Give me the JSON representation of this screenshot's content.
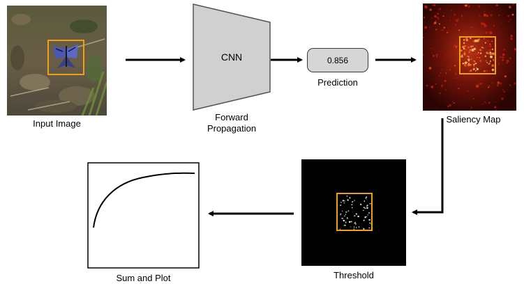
{
  "nodes": {
    "input_image": {
      "label": "Input Image"
    },
    "cnn": {
      "name": "CNN",
      "caption_line1": "Forward",
      "caption_line2": "Propagation"
    },
    "prediction": {
      "value": "0.856",
      "label": "Prediction"
    },
    "saliency_map": {
      "label": "Saliency Map"
    },
    "threshold": {
      "label": "Threshold"
    },
    "sum_and_plot": {
      "label": "Sum and Plot"
    }
  },
  "colors": {
    "highlight_box": "#f0a012",
    "cnn_fill": "#d0d0d0",
    "prediction_fill": "#d6d6d6",
    "arrow": "#000000",
    "saliency_glow": "#d02a10"
  },
  "icons": {
    "input": "butterfly-photo",
    "saliency": "saliency-heatmap",
    "threshold": "threshold-map",
    "plot": "saturating-curve"
  }
}
